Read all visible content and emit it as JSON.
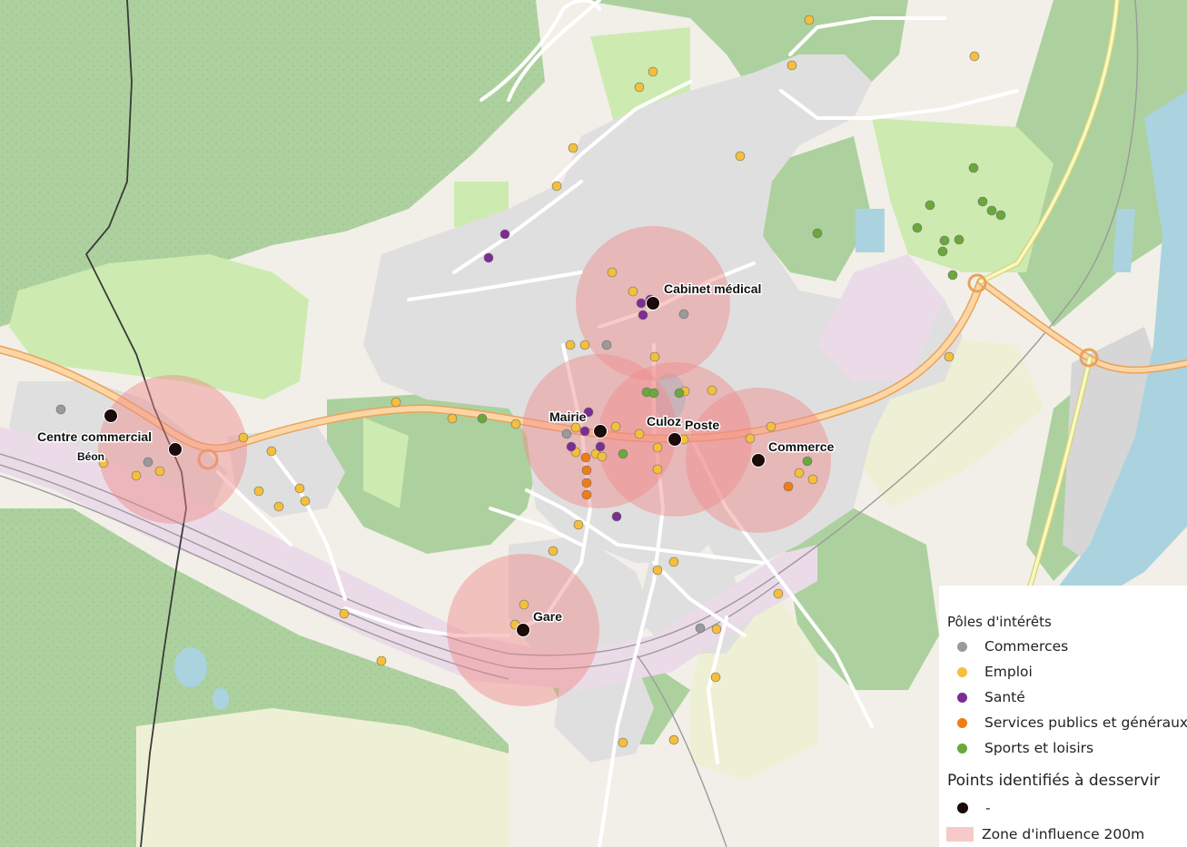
{
  "places": {
    "centre_commercial": "Centre commercial",
    "beon": "Béon",
    "mairie": "Mairie",
    "culoz": "Culoz",
    "poste": "Poste",
    "commerce": "Commerce",
    "cabinet_medical": "Cabinet médical",
    "gare": "Gare"
  },
  "legend": {
    "group1_title": "Pôles d'intérêts",
    "categories": [
      {
        "key": "commerces",
        "label": "Commerces",
        "color": "#9a9a9a"
      },
      {
        "key": "emploi",
        "label": "Emploi",
        "color": "#f4bf3a"
      },
      {
        "key": "sante",
        "label": "Santé",
        "color": "#7b2d94"
      },
      {
        "key": "services",
        "label": "Services publics et généraux",
        "color": "#f27c14"
      },
      {
        "key": "sports",
        "label": "Sports et loisirs",
        "color": "#6aa83b"
      }
    ],
    "group2_title": "Points identifiés à desservir",
    "target_label": "-",
    "target_color": "#1a0a0a",
    "zone_label": "Zone d'influence 200m",
    "zone_color": "#f6caca"
  },
  "map_colors": {
    "forest": "#add19e",
    "forest_dark": "#a2c890",
    "meadow": "#cdebb0",
    "urban": "#e0dfdf",
    "rail_zone": "#ebdbe8",
    "water": "#aad3df",
    "road_main": "#fcd6a4",
    "road_minor": "#ffffff",
    "boundary": "#3a3a3a",
    "zone_fill": "#ef8a8a"
  }
}
